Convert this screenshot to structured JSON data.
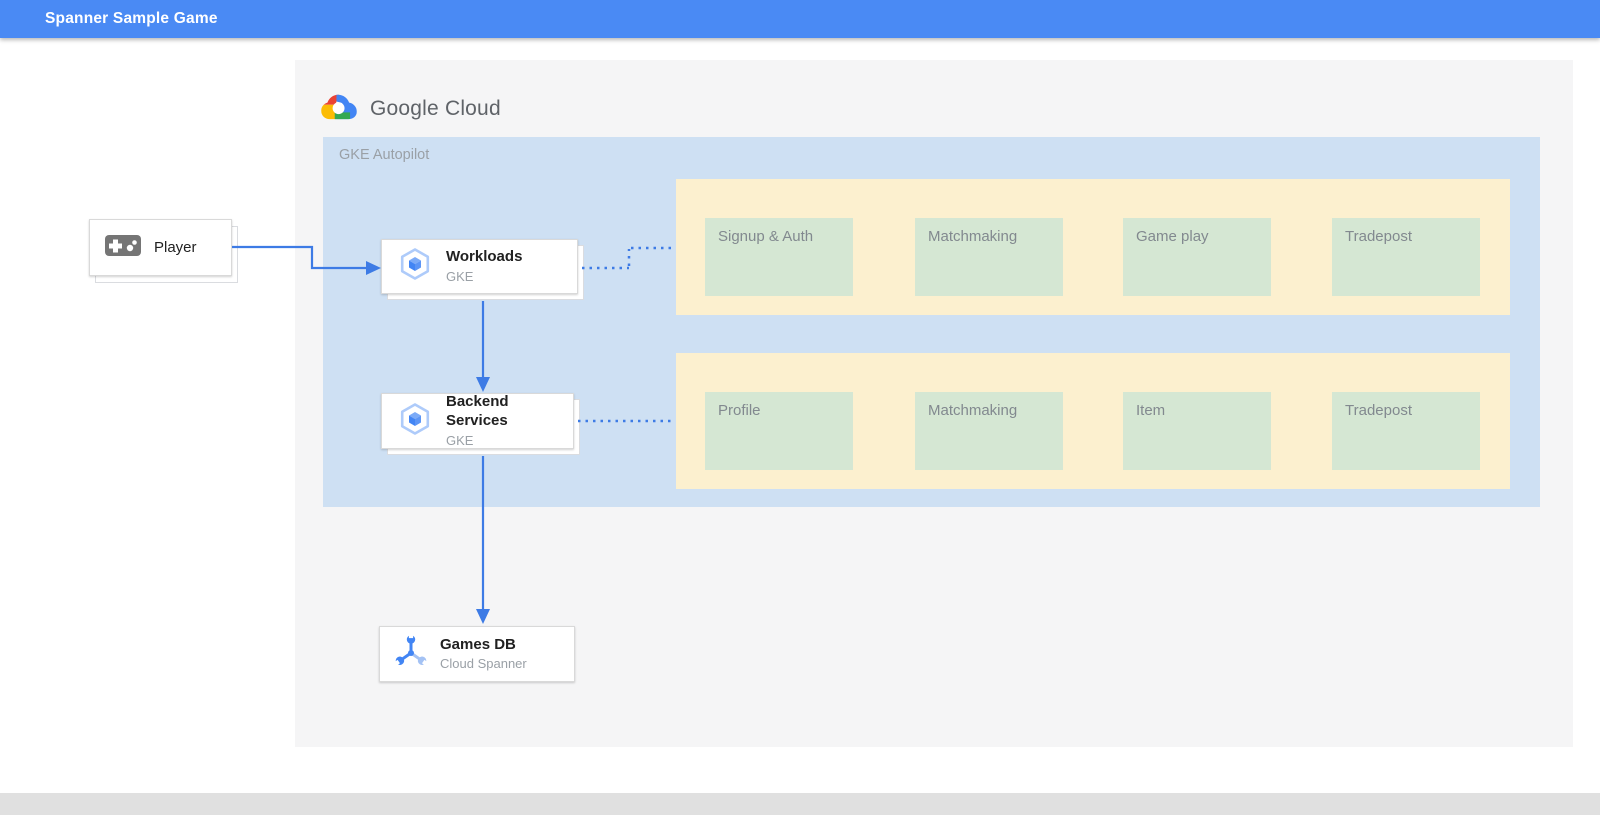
{
  "header": {
    "title": "Spanner Sample Game"
  },
  "logo": {
    "text": "Google Cloud"
  },
  "diagram": {
    "container_label": "GKE Autopilot",
    "nodes": {
      "player": {
        "label": "Player"
      },
      "workloads": {
        "label": "Workloads",
        "sublabel": "GKE"
      },
      "backend": {
        "label": "Backend Services",
        "sublabel": "GKE"
      },
      "gamesdb": {
        "label": "Games DB",
        "sublabel": "Cloud Spanner"
      }
    },
    "workload_groups": [
      {
        "services": [
          "Signup & Auth",
          "Matchmaking",
          "Game play",
          "Tradepost"
        ]
      },
      {
        "services": [
          "Profile",
          "Matchmaking",
          "Item",
          "Tradepost"
        ]
      }
    ],
    "colors": {
      "header_bg": "#4A8AF4",
      "container_bg": "#CEE0F3",
      "group_bg": "#FCF0CF",
      "service_bg": "#D5E7D3",
      "arrow": "#3D7BE5",
      "gke_icon_blue": "#4285F4",
      "gke_icon_light": "#AECBFA"
    }
  }
}
